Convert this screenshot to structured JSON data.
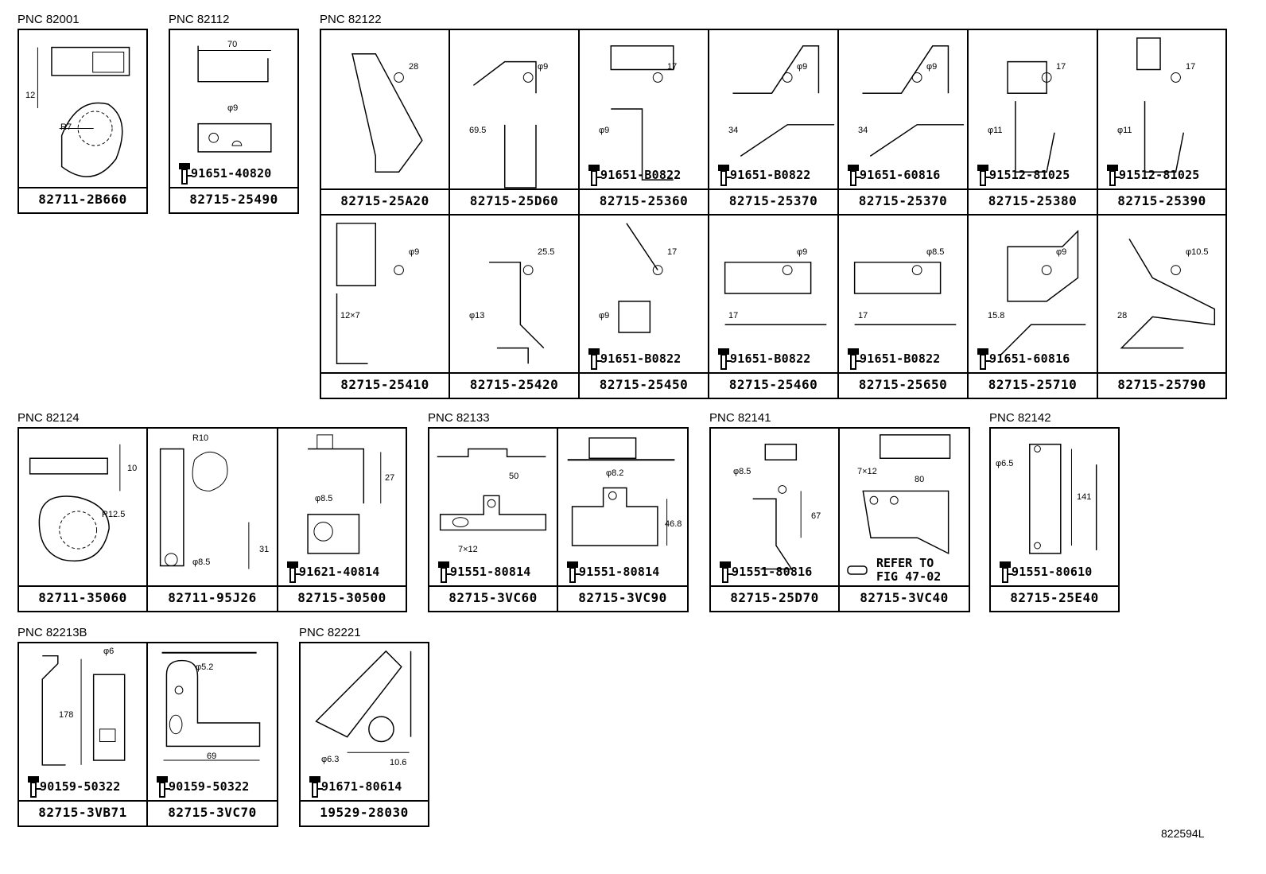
{
  "groups": [
    {
      "pnc": "PNC 82001",
      "cells": [
        {
          "part": "82711-2B660",
          "dims": [
            "12",
            "R7"
          ]
        }
      ]
    },
    {
      "pnc": "PNC 82112",
      "cells": [
        {
          "part": "82715-25490",
          "bolt": "91651-40820",
          "dims": [
            "70",
            "φ9"
          ]
        }
      ]
    },
    {
      "pnc": "PNC 82122",
      "cells": [
        {
          "part": "82715-25A20",
          "dims": [
            "28"
          ]
        },
        {
          "part": "82715-25D60",
          "dims": [
            "φ9",
            "69.5"
          ]
        },
        {
          "part": "82715-25360",
          "bolt": "91651-B0822",
          "dims": [
            "17",
            "φ9"
          ]
        },
        {
          "part": "82715-25370",
          "bolt": "91651-B0822",
          "dims": [
            "φ9",
            "34"
          ]
        },
        {
          "part": "82715-25370",
          "bolt": "91651-60816",
          "dims": [
            "φ9",
            "34"
          ]
        },
        {
          "part": "82715-25380",
          "bolt": "91512-81025",
          "dims": [
            "17",
            "φ11"
          ]
        },
        {
          "part": "82715-25390",
          "bolt": "91512-81025",
          "dims": [
            "17",
            "φ11"
          ]
        },
        {
          "part": "82715-25410",
          "dims": [
            "φ9",
            "12×7"
          ]
        },
        {
          "part": "82715-25420",
          "dims": [
            "25.5",
            "φ13"
          ]
        },
        {
          "part": "82715-25450",
          "bolt": "91651-B0822",
          "dims": [
            "17",
            "φ9"
          ]
        },
        {
          "part": "82715-25460",
          "bolt": "91651-B0822",
          "dims": [
            "φ9",
            "17"
          ]
        },
        {
          "part": "82715-25650",
          "bolt": "91651-B0822",
          "dims": [
            "φ8.5",
            "17"
          ]
        },
        {
          "part": "82715-25710",
          "bolt": "91651-60816",
          "dims": [
            "φ9",
            "15.8"
          ]
        },
        {
          "part": "82715-25790",
          "dims": [
            "φ10.5",
            "28"
          ]
        }
      ]
    },
    {
      "pnc": "PNC 82124",
      "cells": [
        {
          "part": "82711-35060",
          "dims": [
            "10",
            "R12.5"
          ]
        },
        {
          "part": "82711-95J26",
          "dims": [
            "R10",
            "31",
            "φ8.5"
          ]
        },
        {
          "part": "82715-30500",
          "bolt": "91621-40814",
          "dims": [
            "27",
            "φ8.5"
          ]
        }
      ]
    },
    {
      "pnc": "PNC 82133",
      "cells": [
        {
          "part": "82715-3VC60",
          "bolt": "91551-80814",
          "dims": [
            "50",
            "7×12"
          ]
        },
        {
          "part": "82715-3VC90",
          "bolt": "91551-80814",
          "dims": [
            "φ8.2",
            "46.8"
          ]
        }
      ]
    },
    {
      "pnc": "PNC 82141",
      "cells": [
        {
          "part": "82715-25D70",
          "bolt": "91551-80816",
          "dims": [
            "φ8.5",
            "67"
          ]
        },
        {
          "part": "82715-3VC40",
          "refer": "REFER TO\nFIG 47-02",
          "dims": [
            "7×12",
            "80"
          ]
        }
      ]
    },
    {
      "pnc": "PNC 82142",
      "cells": [
        {
          "part": "82715-25E40",
          "bolt": "91551-80610",
          "dims": [
            "φ6.5",
            "141"
          ]
        }
      ]
    },
    {
      "pnc": "PNC 82213B",
      "cells": [
        {
          "part": "82715-3VB71",
          "bolt": "90159-50322",
          "dims": [
            "φ6",
            "178"
          ]
        },
        {
          "part": "82715-3VC70",
          "bolt": "90159-50322",
          "dims": [
            "φ5.2",
            "69"
          ]
        }
      ]
    },
    {
      "pnc": "PNC 82221",
      "cells": [
        {
          "part": "19529-28030",
          "bolt": "91671-80614",
          "dims": [
            "φ6.3",
            "10.6"
          ]
        }
      ]
    }
  ],
  "illustration_code": "822594L"
}
